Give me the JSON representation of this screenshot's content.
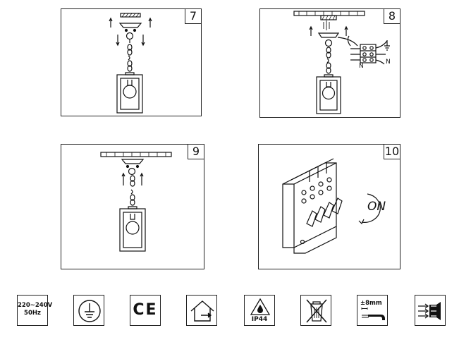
{
  "steps": [
    {
      "number": "7"
    },
    {
      "number": "8"
    },
    {
      "number": "9"
    },
    {
      "number": "10"
    }
  ],
  "wiring": {
    "neutral_label_left": "N",
    "neutral_label_right": "N"
  },
  "breaker": {
    "on_label": "ON"
  },
  "icons": {
    "voltage_line1": "220~240V",
    "voltage_line2": "50Hz",
    "ce_mark": "CE",
    "ip_rating": "IP44",
    "strip_length": "±8mm"
  }
}
